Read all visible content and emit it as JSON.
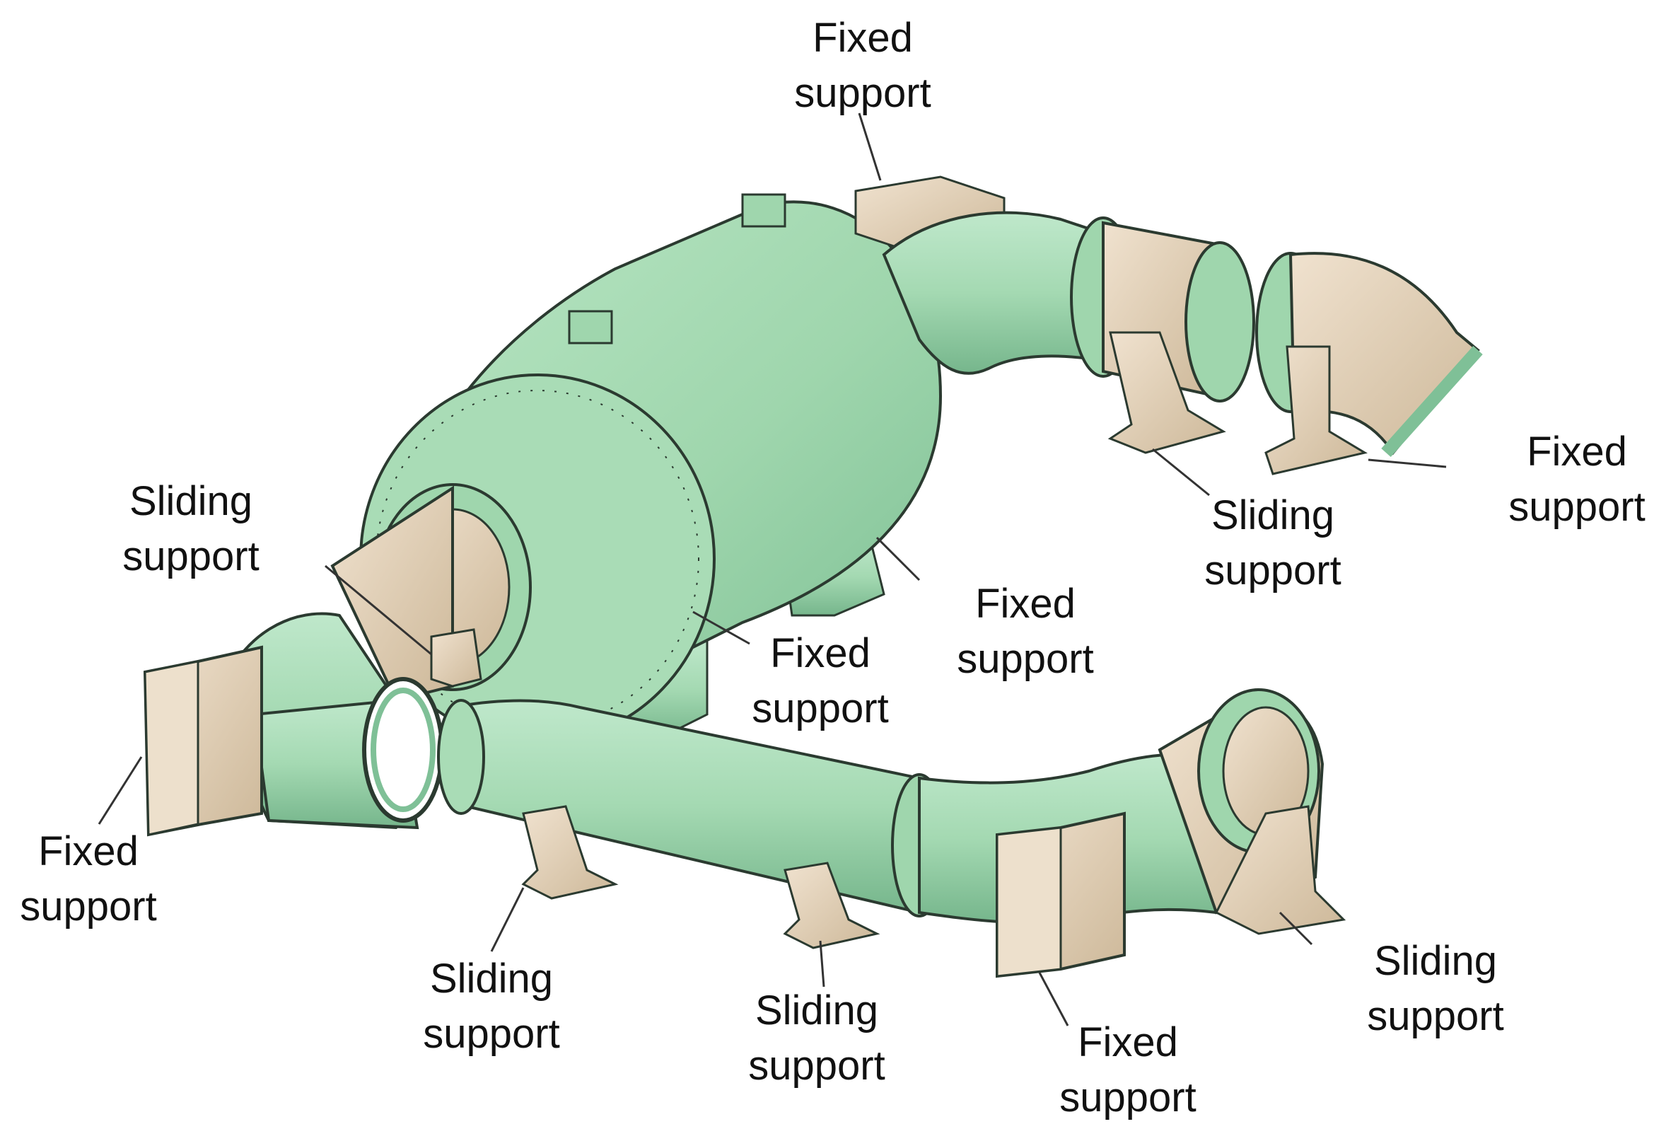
{
  "colors": {
    "body_green": "#a9dcb6",
    "shade_green": "#7fc097",
    "outline": "#2b3a30",
    "support_tan": "#e7d6c0",
    "support_tan_dark": "#c8b393",
    "leader": "#333333"
  },
  "labels": [
    {
      "id": "fixed-top",
      "line1": "Fixed",
      "line2": "support"
    },
    {
      "id": "fixed-right",
      "line1": "Fixed",
      "line2": "support"
    },
    {
      "id": "sliding-right",
      "line1": "Sliding",
      "line2": "support"
    },
    {
      "id": "fixed-mid-right",
      "line1": "Fixed",
      "line2": "support"
    },
    {
      "id": "fixed-mid",
      "line1": "Fixed",
      "line2": "support"
    },
    {
      "id": "sliding-left",
      "line1": "Sliding",
      "line2": "support"
    },
    {
      "id": "fixed-left",
      "line1": "Fixed",
      "line2": "support"
    },
    {
      "id": "sliding-bottom-1",
      "line1": "Sliding",
      "line2": "support"
    },
    {
      "id": "sliding-bottom-2",
      "line1": "Sliding",
      "line2": "support"
    },
    {
      "id": "fixed-bottom",
      "line1": "Fixed",
      "line2": "support"
    },
    {
      "id": "sliding-bottom-right",
      "line1": "Sliding",
      "line2": "support"
    }
  ]
}
